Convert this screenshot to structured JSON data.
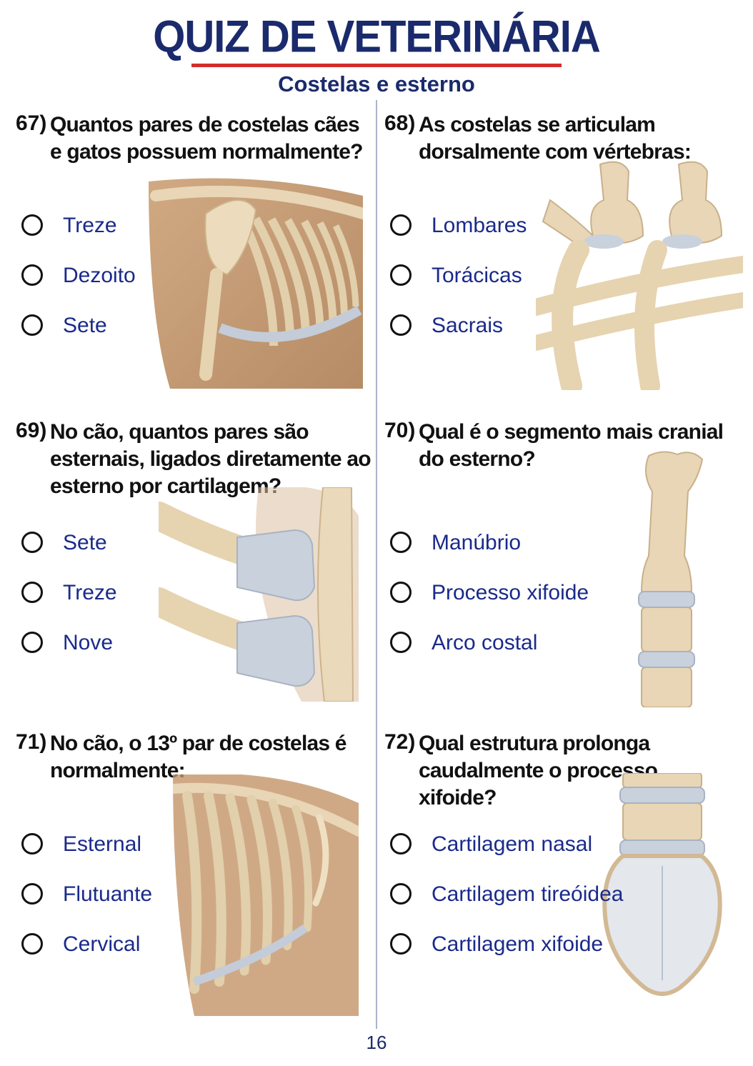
{
  "title": "QUIZ DE VETERINÁRIA",
  "subtitle": "Costelas e esterno",
  "page_number": "16",
  "colors": {
    "title": "#1a2a6c",
    "accent_rule": "#d32c2c",
    "option_text": "#1a2a8a",
    "bone": "#e8d6b6",
    "cartilage": "#c9d1dc",
    "fur": "#b9875a"
  },
  "questions": [
    {
      "number": "67)",
      "text": "Quantos pares de costelas cães e gatos possuem normalmente?",
      "options": [
        "Treze",
        "Dezoito",
        "Sete"
      ],
      "illustration": "dog-thorax-skeleton-icon"
    },
    {
      "number": "68)",
      "text": "As costelas se articulam dorsalmente com vértebras:",
      "options": [
        "Lombares",
        "Torácicas",
        "Sacrais"
      ],
      "illustration": "vertebrae-rib-joint-icon"
    },
    {
      "number": "69)",
      "text": "No cão, quantos pares são esternais, ligados diretamente ao esterno por cartilagem?",
      "options": [
        "Sete",
        "Treze",
        "Nove"
      ],
      "illustration": "costal-cartilage-icon"
    },
    {
      "number": "70)",
      "text": "Qual é o segmento mais cranial do esterno?",
      "options": [
        "Manúbrio",
        "Processo xifoide",
        "Arco costal"
      ],
      "illustration": "sternum-manubrium-icon"
    },
    {
      "number": "71)",
      "text": "No cão, o 13º par de costelas é normalmente:",
      "options": [
        "Esternal",
        "Flutuante",
        "Cervical"
      ],
      "illustration": "floating-rib-icon"
    },
    {
      "number": "72)",
      "text": "Qual estrutura prolonga caudalmente o processo xifoide?",
      "options": [
        "Cartilagem nasal",
        "Cartilagem tireóidea",
        "Cartilagem xifoide"
      ],
      "illustration": "xiphoid-cartilage-icon"
    }
  ]
}
